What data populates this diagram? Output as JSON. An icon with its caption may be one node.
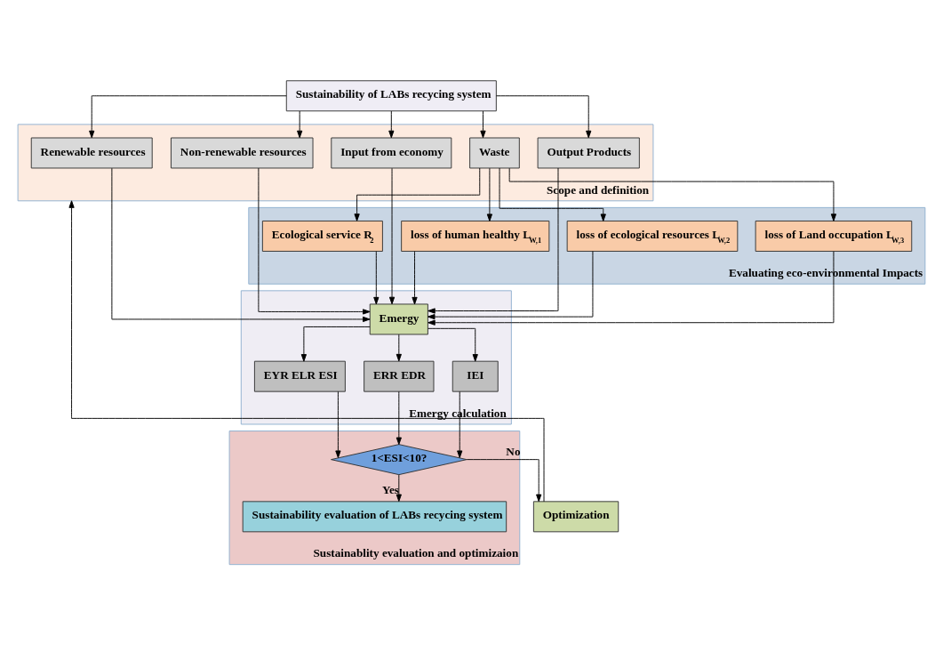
{
  "diagram": {
    "nodes": [
      {
        "text": [
          "Sustainability of LABs recycing system"
        ]
      },
      {
        "text": [
          "Scope and definition"
        ]
      },
      {
        "text": [
          "Renewable resources"
        ],
        "in": 1
      },
      {
        "text": [
          "Non-renewable resources"
        ],
        "in": 1
      },
      {
        "text": [
          "Input from economy"
        ],
        "in": 1
      },
      {
        "text": [
          "Waste"
        ],
        "in": 1
      },
      {
        "text": [
          "Output Products"
        ],
        "in": 1
      },
      {
        "text": [
          "Evaluating eco-environmental Impacts"
        ]
      },
      {
        "text": [
          "Ecological service R$_{2}$"
        ],
        "in": 7
      },
      {
        "text": [
          "loss of human healthy L$_{W,1}$"
        ],
        "in": 7
      },
      {
        "text": [
          "loss of ecological resources L$_{W,2}$"
        ],
        "in": 7
      },
      {
        "text": [
          "loss of Land occupation L$_{W,3}$"
        ],
        "in": 7
      },
      {
        "text": [
          "Emergy calculation"
        ]
      },
      {
        "text": [
          "Emergy"
        ],
        "in": 12
      },
      {
        "text": [
          "EYR ELR ESI"
        ],
        "in": 12
      },
      {
        "text": [
          "ERR EDR"
        ],
        "in": 12
      },
      {
        "text": [
          "IEI"
        ],
        "in": 12
      },
      {
        "text": [
          "Sustainablity evaluation and optimizaion"
        ]
      },
      {
        "text": [
          "1<ESI<10?"
        ],
        "in": 17
      },
      {
        "text": [
          "Sustainability evaluation of LABs recycing system"
        ],
        "in": 17
      },
      {
        "text": [
          "Optimization"
        ]
      }
    ],
    "edges": [
      {
        "from": 0,
        "to": 2,
        "arrow": "to"
      },
      {
        "from": 0,
        "to": 3,
        "arrow": "to"
      },
      {
        "from": 0,
        "to": 4,
        "arrow": "to"
      },
      {
        "from": 0,
        "to": 5,
        "arrow": "to"
      },
      {
        "from": 0,
        "to": 6,
        "arrow": "to"
      },
      {
        "from": 5,
        "to": 8,
        "arrow": "to"
      },
      {
        "from": 5,
        "to": 9,
        "arrow": "to"
      },
      {
        "from": 5,
        "to": 10,
        "arrow": "to"
      },
      {
        "from": 5,
        "to": 11,
        "arrow": "to"
      },
      {
        "from": 2,
        "to": 13,
        "arrow": "to"
      },
      {
        "from": 3,
        "to": 13,
        "arrow": "to"
      },
      {
        "from": 4,
        "to": 13,
        "arrow": "to"
      },
      {
        "from": 8,
        "to": 13,
        "arrow": "to"
      },
      {
        "from": 9,
        "to": 13,
        "arrow": "to"
      },
      {
        "from": 10,
        "to": 13,
        "arrow": "to"
      },
      {
        "from": 11,
        "to": 13,
        "arrow": "to"
      },
      {
        "from": 6,
        "to": 13,
        "arrow": "to"
      },
      {
        "from": 13,
        "to": 14,
        "arrow": "to"
      },
      {
        "from": 13,
        "to": 15,
        "arrow": "to"
      },
      {
        "from": 13,
        "to": 16,
        "arrow": "to"
      },
      {
        "from": 14,
        "to": 18,
        "arrow": "to"
      },
      {
        "from": 15,
        "to": 18,
        "arrow": "to"
      },
      {
        "from": 16,
        "to": 18,
        "arrow": "to"
      },
      {
        "from": 18,
        "to": 20,
        "arrow": "to",
        "label": "No"
      },
      {
        "from": 18,
        "to": 19,
        "arrow": "to",
        "label": "Yes"
      },
      {
        "from": 20,
        "to": 1,
        "arrow": "to"
      }
    ]
  }
}
